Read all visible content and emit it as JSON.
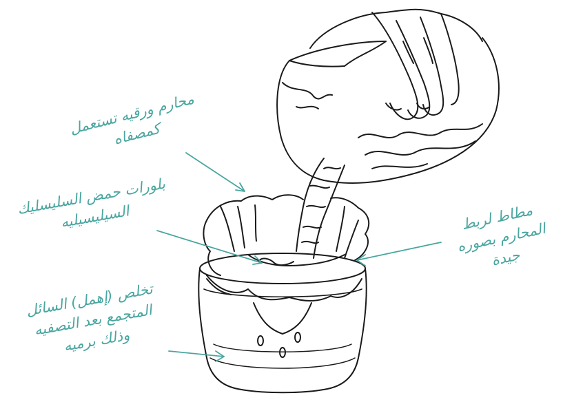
{
  "labels": {
    "cloth": {
      "line1": "محارم ورقيه تستعمل",
      "line2": "كمصفاه"
    },
    "crystals": {
      "line1": "بلورات حمض السليسليك",
      "line2": "السيليسيليه"
    },
    "band": {
      "line1": "مطاط لربط",
      "line2": "المحارم بصوره",
      "line3": "جيدة"
    },
    "discard": {
      "line1": "تخلص (إهمل) السائل",
      "line2": "المتجمع بعد التصفيه",
      "line3": "وذلك برميه"
    }
  },
  "colors": {
    "ink": "#1a1a1a",
    "annotation": "#4aa6a0"
  }
}
